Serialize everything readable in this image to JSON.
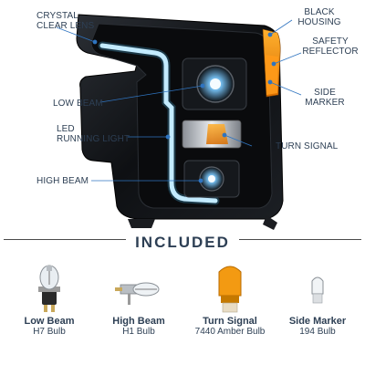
{
  "callouts": {
    "crystal_clear_lens": "CRYSTAL\nCLEAR LENS",
    "black_housing": "BLACK\nHOUSING",
    "safety_reflector": "SAFETY\nREFLECTOR",
    "side_marker": "SIDE\nMARKER",
    "low_beam": "LOW BEAM",
    "led_running_light": "LED\nRUNNING LIGHT",
    "turn_signal": "TURN SIGNAL",
    "high_beam": "HIGH BEAM"
  },
  "included": {
    "title": "INCLUDED",
    "bulbs": [
      {
        "name": "Low Beam",
        "type": "H7 Bulb",
        "icon": "halogen-h7-bulb-icon"
      },
      {
        "name": "High Beam",
        "type": "H1 Bulb",
        "icon": "halogen-h1-bulb-icon"
      },
      {
        "name": "Turn Signal",
        "type": "7440 Amber Bulb",
        "icon": "amber-wedge-bulb-icon"
      },
      {
        "name": "Side Marker",
        "type": "194 Bulb",
        "icon": "mini-wedge-bulb-icon"
      }
    ]
  },
  "colors": {
    "callout_text": "#2d3f54",
    "leader_line": "#2f74c0",
    "accent_glow": "#4fc3ff",
    "amber": "#f08a00",
    "housing": "#121417"
  }
}
